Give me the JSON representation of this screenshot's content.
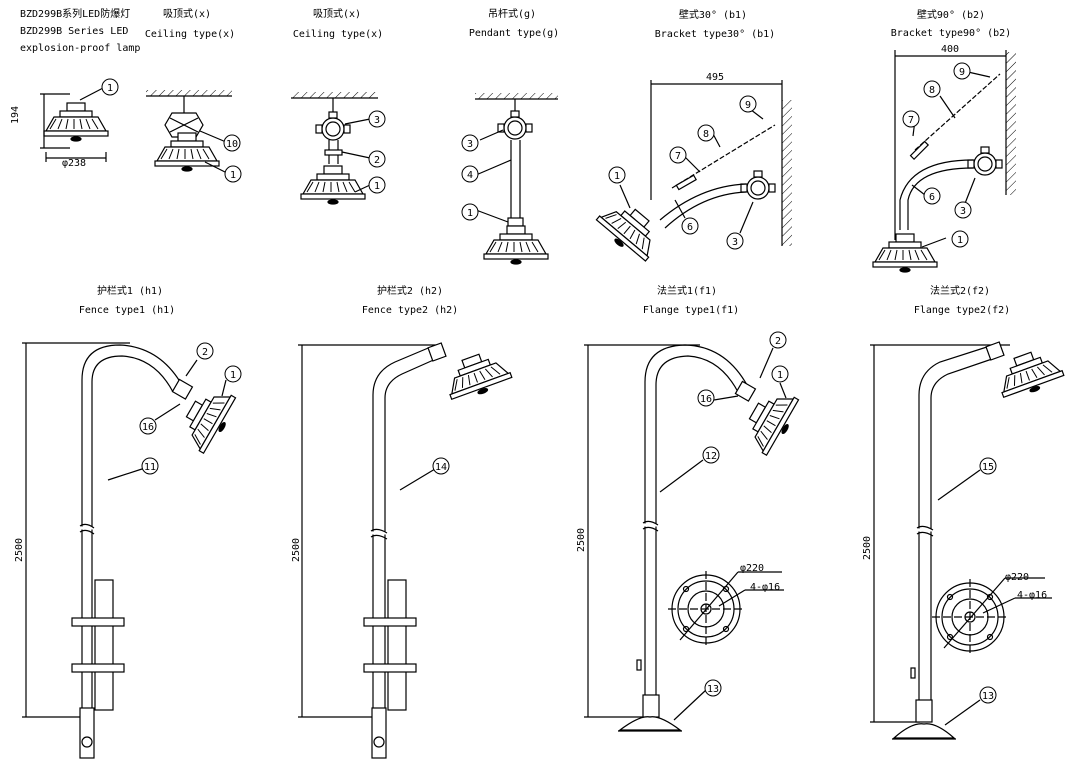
{
  "header": {
    "cn": "BZD299B系列LED防爆灯",
    "en1": "BZD299B Series LED",
    "en2": "explosion-proof lamp"
  },
  "panels": [
    {
      "cn": "吸顶式(x)",
      "en": "Ceiling type(x)"
    },
    {
      "cn": "吸顶式(x)",
      "en": "Ceiling type(x)"
    },
    {
      "cn": "吊杆式(g)",
      "en": "Pendant type(g)"
    },
    {
      "cn": "壁式30° (b1)",
      "en": "Bracket type30° (b1)"
    },
    {
      "cn": "壁式90° (b2)",
      "en": "Bracket type90° (b2)"
    },
    {
      "cn": "护栏式1 (h1)",
      "en": "Fence type1 (h1)"
    },
    {
      "cn": "护栏式2 (h2)",
      "en": "Fence type2 (h2)"
    },
    {
      "cn": "法兰式1(f1)",
      "en": "Flange type1(f1)"
    },
    {
      "cn": "法兰式2(f2)",
      "en": "Flange type2(f2)"
    }
  ],
  "dims": {
    "h194": "194",
    "d238": "φ238",
    "w495": "495",
    "w400": "400",
    "h2500": "2500",
    "d220": "φ220",
    "holes": "4-φ16"
  },
  "callouts": {
    "c1": "1",
    "c2": "2",
    "c3": "3",
    "c4": "4",
    "c6": "6",
    "c7": "7",
    "c8": "8",
    "c9": "9",
    "c10": "10",
    "c11": "11",
    "c12": "12",
    "c13": "13",
    "c14": "14",
    "c15": "15",
    "c16": "16"
  }
}
